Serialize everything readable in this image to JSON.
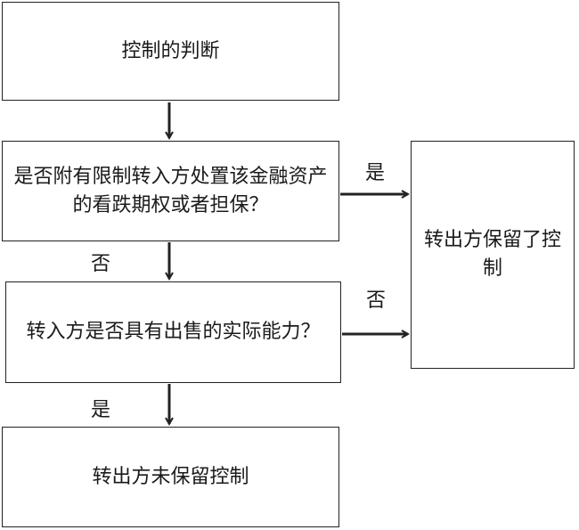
{
  "boxes": {
    "control_judgment": "控制的判断",
    "restriction_question": "是否附有限制转入方处置该金融资产的看跌期权或者担保？",
    "sale_ability_question": "转入方是否具有出售的实际能力？",
    "not_retained": "转出方未保留控制",
    "retained": "转出方保留了控制"
  },
  "edge_labels": {
    "q1_yes": "是",
    "q1_no": "否",
    "q2_no": "否",
    "q2_yes": "是"
  }
}
